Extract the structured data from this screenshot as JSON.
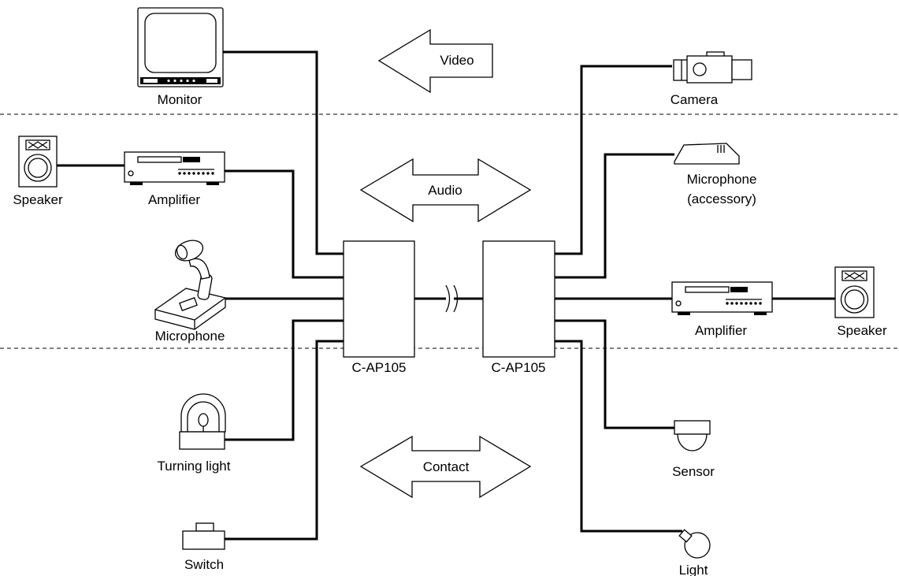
{
  "diagram": {
    "units": {
      "left": "C-AP105",
      "right": "C-AP105"
    },
    "signals": {
      "video": "Video",
      "audio": "Audio",
      "contact": "Contact"
    },
    "devices": {
      "monitor": "Monitor",
      "camera": "Camera",
      "speaker_left": "Speaker",
      "amplifier_left": "Amplifier",
      "microphone_accessory_line1": "Microphone",
      "microphone_accessory_line2": "(accessory)",
      "microphone_desk": "Microphone",
      "amplifier_right": "Amplifier",
      "speaker_right": "Speaker",
      "turning_light": "Turning light",
      "sensor": "Sensor",
      "switch": "Switch",
      "light": "Light"
    }
  }
}
